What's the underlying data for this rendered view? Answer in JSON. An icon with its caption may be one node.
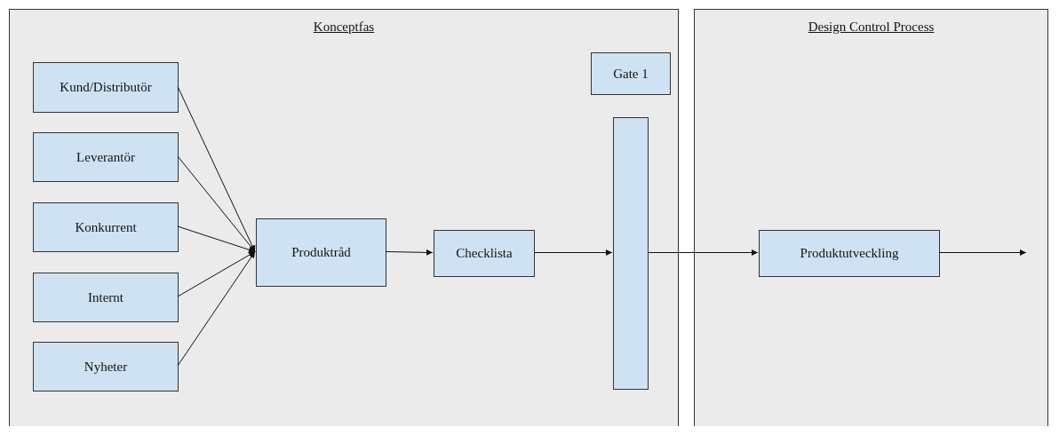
{
  "diagram": {
    "nodes": [
      {
        "text": [
          "Konceptfas"
        ]
      },
      {
        "text": [
          "Kund/Distributör"
        ],
        "in": 0
      },
      {
        "text": [
          "Leverantör"
        ],
        "in": 0
      },
      {
        "text": [
          "Konkurrent"
        ],
        "in": 0
      },
      {
        "text": [
          "Internt"
        ],
        "in": 0
      },
      {
        "text": [
          "Nyheter"
        ],
        "in": 0
      },
      {
        "text": [
          "Produktråd"
        ],
        "in": 0
      },
      {
        "text": [
          "Checklista"
        ],
        "in": 0
      },
      {
        "text": [
          "Gate 1"
        ],
        "in": 0
      },
      {
        "text": [],
        "shape": "bar",
        "in": 0
      },
      {
        "text": [
          "Design Control Process"
        ]
      },
      {
        "text": [
          "Produktutveckling"
        ],
        "in": 10
      }
    ],
    "edges": [
      {
        "from": 1,
        "to": 6,
        "arrow": "to"
      },
      {
        "from": 2,
        "to": 6,
        "arrow": "to"
      },
      {
        "from": 3,
        "to": 6,
        "arrow": "to"
      },
      {
        "from": 4,
        "to": 6,
        "arrow": "to"
      },
      {
        "from": 5,
        "to": 6,
        "arrow": "to"
      },
      {
        "from": 6,
        "to": 7,
        "arrow": "to"
      },
      {
        "from": 7,
        "to": 9,
        "arrow": "to"
      },
      {
        "from": 9,
        "to": 11,
        "arrow": "to"
      },
      {
        "from": 11,
        "to": null,
        "arrow": "to"
      }
    ]
  }
}
